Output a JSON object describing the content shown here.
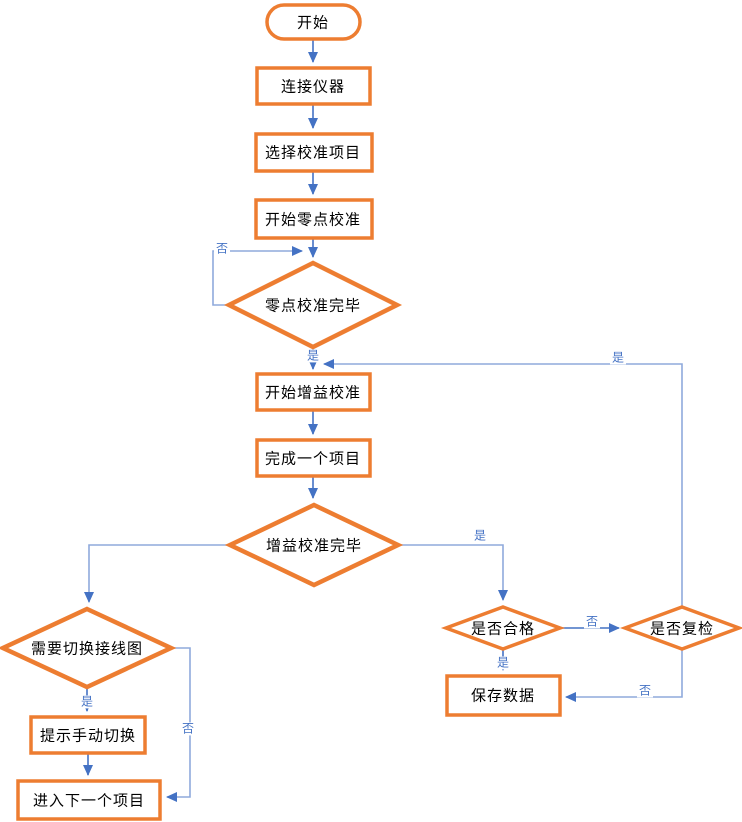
{
  "diagram": {
    "type": "flowchart",
    "language": "zh-CN",
    "colors": {
      "shape_border": "#ED7D31",
      "shape_fill": "#FFFFFF",
      "connector_dark": "#4472C4",
      "connector_light": "#8FAADC",
      "node_text": "#000000",
      "edge_label_text": "#4472C4",
      "background": "#FFFFFF"
    },
    "nodes": {
      "start": {
        "label": "开始",
        "type": "terminator"
      },
      "connect_instrument": {
        "label": "连接仪器",
        "type": "process"
      },
      "select_calibration_item": {
        "label": "选择校准项目",
        "type": "process"
      },
      "start_zero_calibration": {
        "label": "开始零点校准",
        "type": "process"
      },
      "zero_calibration_done": {
        "label": "零点校准完毕",
        "type": "decision"
      },
      "start_gain_calibration": {
        "label": "开始增益校准",
        "type": "process"
      },
      "complete_one_item": {
        "label": "完成一个项目",
        "type": "process"
      },
      "gain_calibration_done": {
        "label": "增益校准完毕",
        "type": "decision"
      },
      "need_switch_wiring_diagram": {
        "label": "需要切换接线图",
        "type": "decision"
      },
      "prompt_manual_switch": {
        "label": "提示手动切换",
        "type": "process"
      },
      "enter_next_item": {
        "label": "进入下一个项目",
        "type": "process"
      },
      "is_qualified": {
        "label": "是否合格",
        "type": "decision"
      },
      "is_recheck": {
        "label": "是否复检",
        "type": "decision"
      },
      "save_data": {
        "label": "保存数据",
        "type": "process"
      }
    },
    "edge_labels": {
      "zero_no": "否",
      "zero_yes": "是",
      "recheck_yes": "是",
      "gain_yes": "是",
      "switch_yes": "是",
      "switch_no": "否",
      "qualified_no": "否",
      "qualified_yes": "是",
      "recheck_no": "否"
    }
  }
}
